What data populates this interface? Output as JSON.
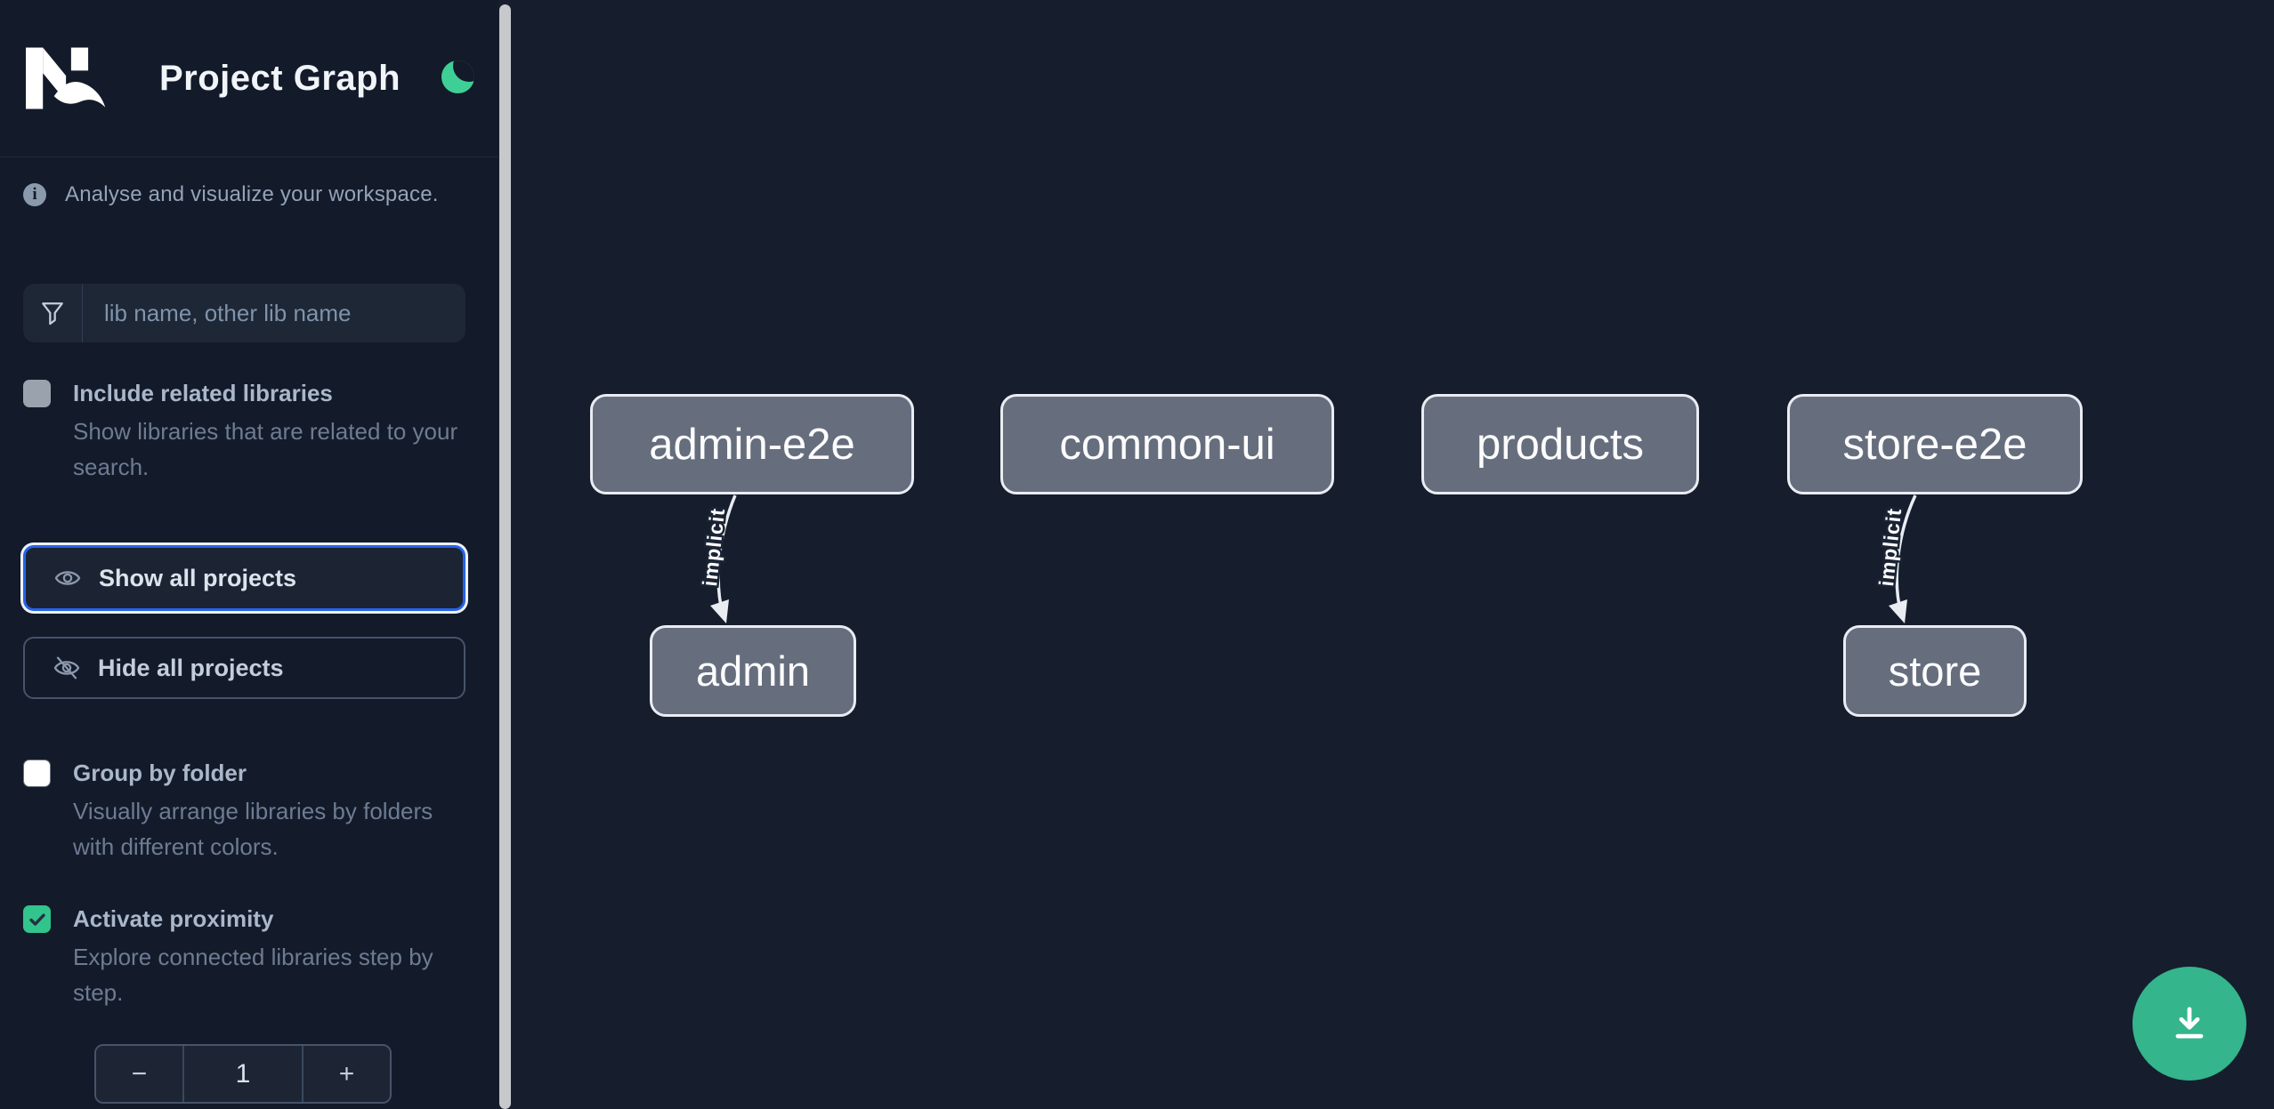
{
  "header": {
    "title": "Project Graph",
    "logo_alt": "Nx"
  },
  "sidebar": {
    "info_text": "Analyse and visualize your workspace.",
    "search": {
      "placeholder": "lib name, other lib name"
    },
    "include_related": {
      "label": "Include related libraries",
      "description": "Show libraries that are related to your search.",
      "checked": false
    },
    "buttons": {
      "show_all": "Show all projects",
      "hide_all": "Hide all projects"
    },
    "group_by_folder": {
      "label": "Group by folder",
      "description": "Visually arrange libraries by folders with different colors.",
      "checked": false
    },
    "activate_proximity": {
      "label": "Activate proximity",
      "description": "Explore connected libraries step by step.",
      "checked": true
    },
    "stepper": {
      "decrement": "−",
      "value": "1",
      "increment": "+"
    }
  },
  "graph": {
    "nodes": [
      {
        "id": "admin-e2e",
        "label": "admin-e2e"
      },
      {
        "id": "common-ui",
        "label": "common-ui"
      },
      {
        "id": "products",
        "label": "products"
      },
      {
        "id": "store-e2e",
        "label": "store-e2e"
      },
      {
        "id": "admin",
        "label": "admin"
      },
      {
        "id": "store",
        "label": "store"
      }
    ],
    "edges": [
      {
        "from": "admin-e2e",
        "to": "admin",
        "label": "implicit",
        "type": "implicit"
      },
      {
        "from": "store-e2e",
        "to": "store",
        "label": "implicit",
        "type": "implicit"
      }
    ]
  },
  "fab": {
    "action": "download"
  },
  "colors": {
    "sidebar_bg": "#131a29",
    "canvas_bg": "#161e2e",
    "node_fill": "#666e7e",
    "node_border": "#e9edf2",
    "focus_blue": "#2563eb",
    "checkbox_green": "#31c48d",
    "fab_green": "#34b58c",
    "moon_green": "#3ecf97"
  }
}
